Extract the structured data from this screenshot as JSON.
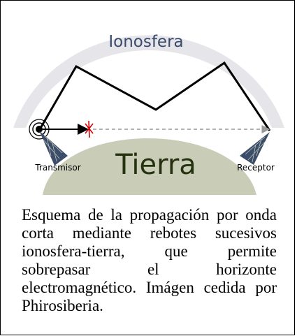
{
  "diagram": {
    "labels": {
      "ionosphere": "Ionosfera",
      "earth": "Tierra",
      "transmitter": "Transmisor",
      "receiver": "Receptor"
    },
    "colors": {
      "ionosphere_band": "#e6e6ea",
      "earth": "#c9cdb8",
      "earth_label": "#25320f",
      "ionosphere_label": "#3a4a6b",
      "wave_path": "#000000",
      "blocked_marker": "#d40000",
      "direct_path": "#999999"
    }
  },
  "caption": {
    "text": "Esquema de la propagación por onda corta mediante rebotes sucesivos ionosfera-tierra, que permite sobrepasar el horizonte electromagnético. Imágen cedida por Phirosiberia."
  }
}
